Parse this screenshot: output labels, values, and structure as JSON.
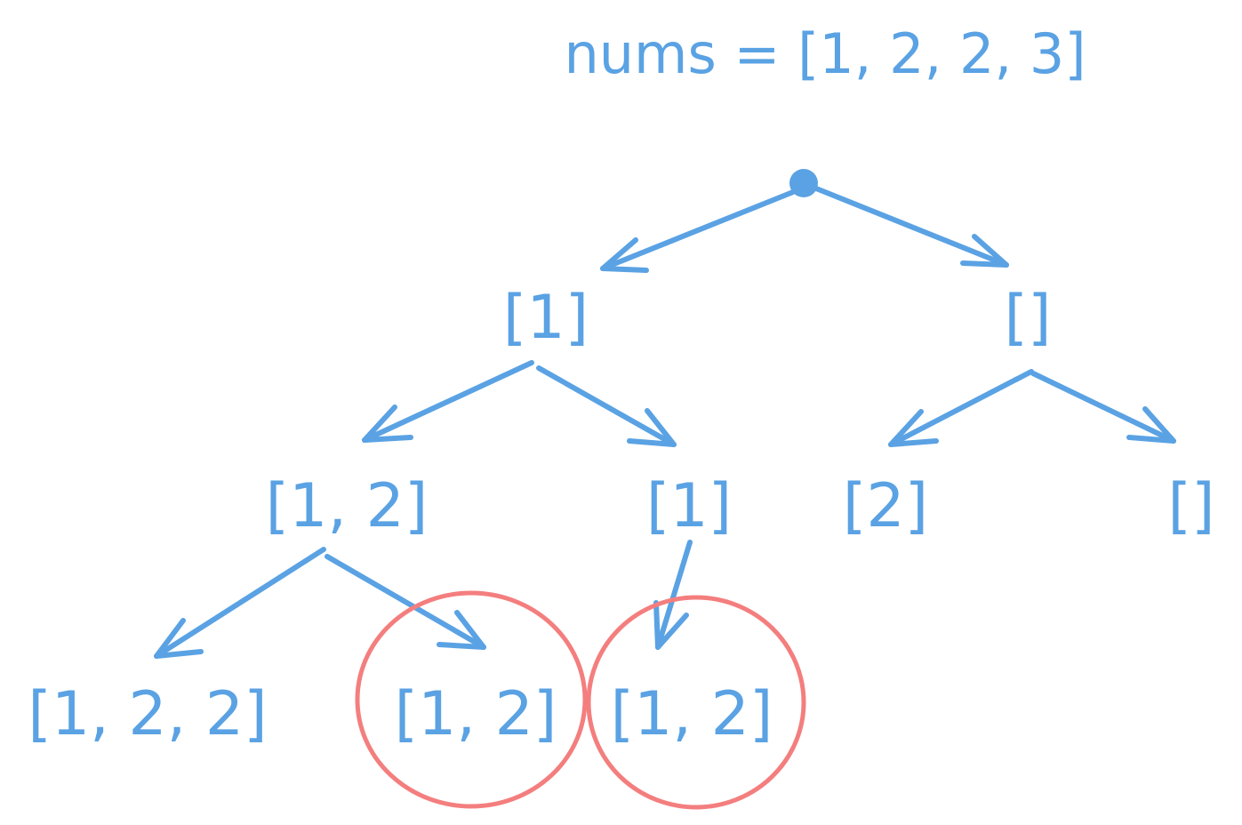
{
  "title": "nums = [1, 2, 2, 3]",
  "colors": {
    "ink": "#5aa2e3",
    "highlight": "#f47e7e"
  },
  "tree": {
    "root_marker": "dot",
    "level1": {
      "left": "[1]",
      "right": "[]"
    },
    "level2": {
      "n1": "[1, 2]",
      "n2": "[1]",
      "n3": "[2]",
      "n4": "[]"
    },
    "level3": {
      "n1": "[1, 2, 2]",
      "n2": "[1, 2]",
      "n3": "[1, 2]"
    }
  },
  "highlighted_nodes": [
    "level3.n2",
    "level3.n3"
  ]
}
